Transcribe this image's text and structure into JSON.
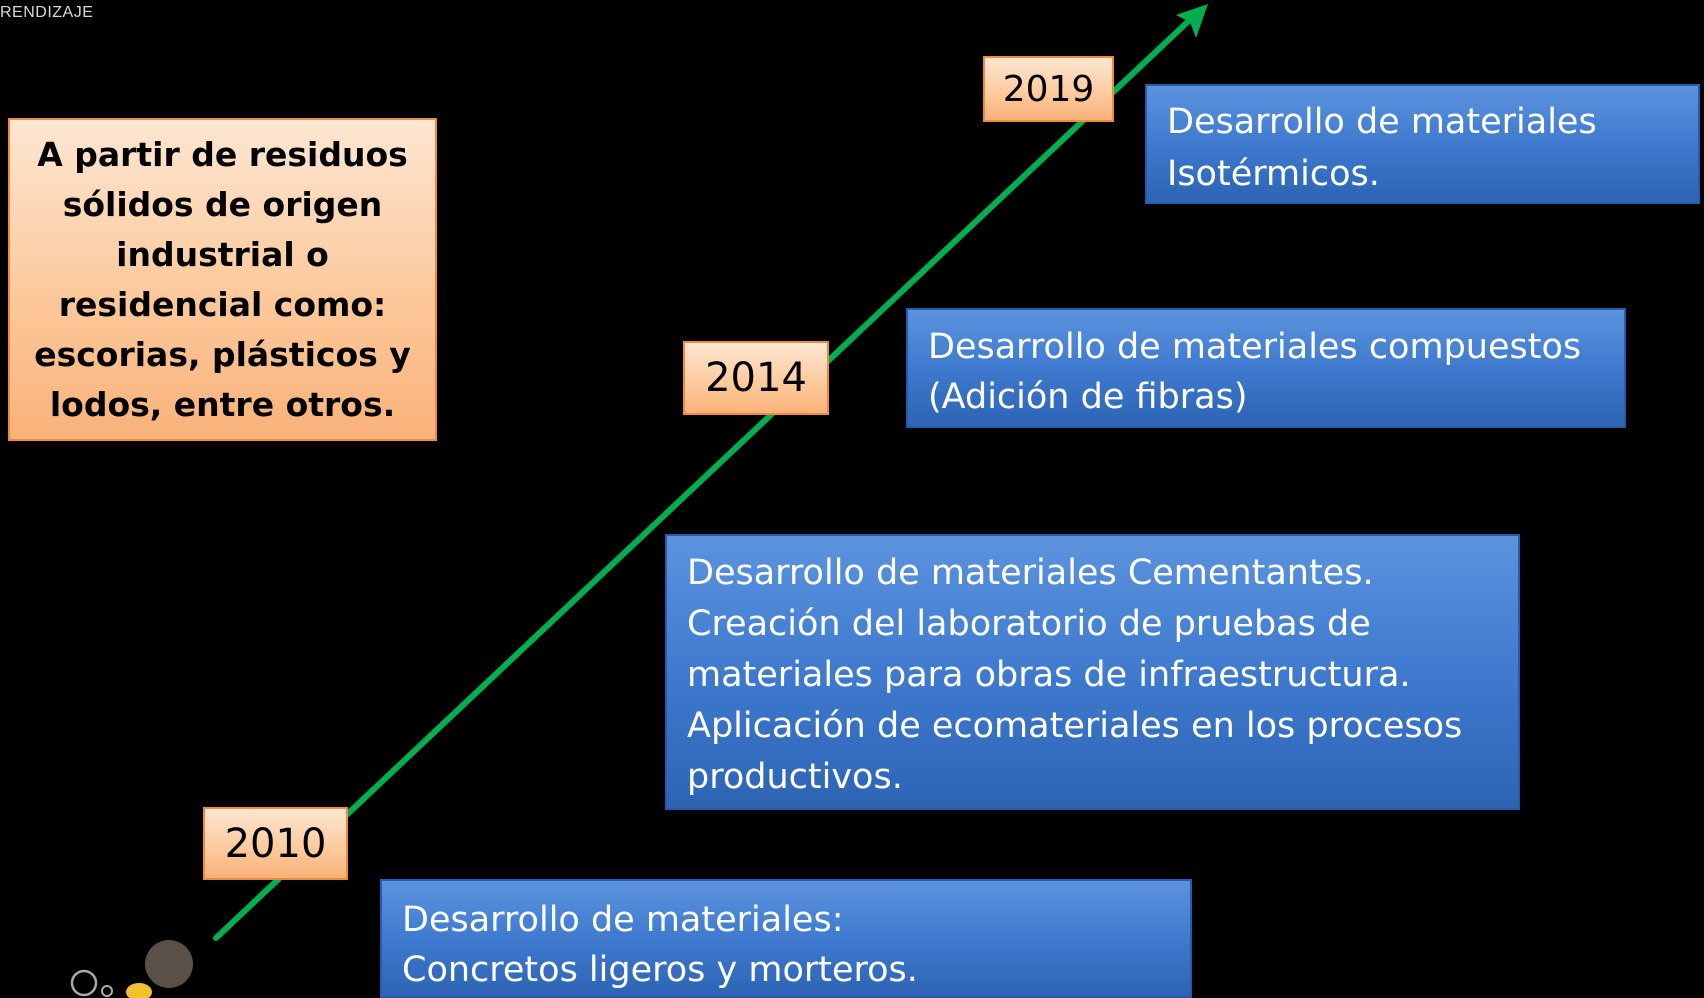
{
  "logo": {
    "text": "RENDIZAJE"
  },
  "note": {
    "lines": [
      "A partir de residuos",
      "sólidos de origen",
      "industrial o",
      "residencial como:",
      "escorias, plásticos y",
      "lodos, entre otros."
    ]
  },
  "timeline": {
    "years": [
      "2010",
      "2014",
      "2019"
    ],
    "boxes": {
      "b2019": [
        "Desarrollo de materiales",
        "Isotérmicos."
      ],
      "b2014": [
        "Desarrollo de materiales compuestos",
        "(Adición de fibras)"
      ],
      "bcement": [
        "Desarrollo de materiales Cementantes.",
        "Creación del laboratorio de pruebas de",
        "materiales para obras de infraestructura.",
        "Aplicación de ecomateriales en los procesos",
        "productivos."
      ],
      "b2010": [
        "Desarrollo de materiales:",
        "Concretos ligeros y morteros."
      ]
    }
  },
  "colors": {
    "arrow": "#00b050",
    "box_blue": "#3f7acf",
    "year_orange": "#fcc99b"
  }
}
